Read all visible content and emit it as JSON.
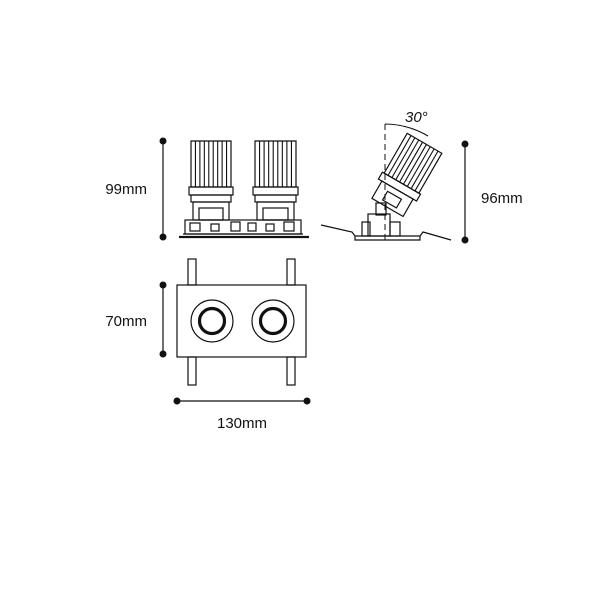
{
  "dimensions": {
    "front_height": "99mm",
    "side_height": "96mm",
    "plan_depth": "70mm",
    "plan_width": "130mm",
    "tilt_angle": "30°"
  },
  "colors": {
    "line": "#111111",
    "background": "#ffffff"
  }
}
